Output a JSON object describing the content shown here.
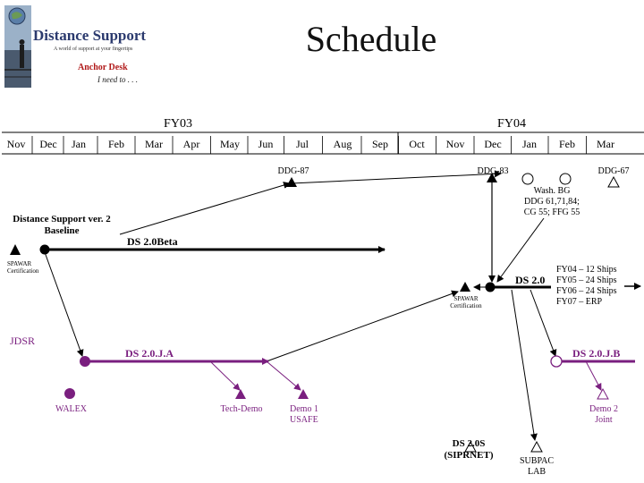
{
  "title": "Schedule",
  "logo": {
    "title": "Distance Support",
    "tagline": "A world of support at your fingertips",
    "subtitle": "Anchor Desk",
    "subtitle2": "I need to . . ."
  },
  "fiscal_years": [
    "FY03",
    "FY04"
  ],
  "months": [
    "Nov",
    "Dec",
    "Jan",
    "Feb",
    "Mar",
    "Apr",
    "May",
    "Jun",
    "Jul",
    "Aug",
    "Sep",
    "Oct",
    "Nov",
    "Dec",
    "Jan",
    "Feb",
    "Mar"
  ],
  "labels": {
    "ddg87": "DDG-87",
    "ddg83": "DDG-83",
    "ddg67": "DDG-67",
    "wash_bg": [
      "Wash. BG",
      "DDG 61,71,84;",
      "CG 55; FFG 55"
    ],
    "ds_ver2": [
      "Distance Support ver. 2",
      "Baseline"
    ],
    "ds20beta": "DS 2.0Beta",
    "spawar_cert_left": [
      "SPAWAR",
      "Certification"
    ],
    "ds20": "DS 2.0",
    "fy_ships": [
      "FY04 – 12 Ships",
      "FY05 – 24 Ships",
      "FY06 – 24 Ships",
      "FY07 – ERP"
    ],
    "spawar_cert_mid": [
      "SPAWAR",
      "Certification"
    ],
    "jdsr": "JDSR",
    "ds20ja": "DS 2.0.J.A",
    "ds20jb": "DS 2.0.J.B",
    "walex": "WALEX",
    "tech_demo": "Tech-Demo",
    "demo1": [
      "Demo 1",
      "USAFE"
    ],
    "demo2": [
      "Demo 2",
      "Joint"
    ],
    "ds20s": [
      "DS 2.0S",
      "(SIPRNET)"
    ],
    "subpac": [
      "SUBPAC",
      "LAB"
    ]
  },
  "colors": {
    "purple": "#7a1f7f",
    "black": "#000000",
    "logo_blue": "#2b3a6e",
    "logo_red": "#b01818"
  }
}
